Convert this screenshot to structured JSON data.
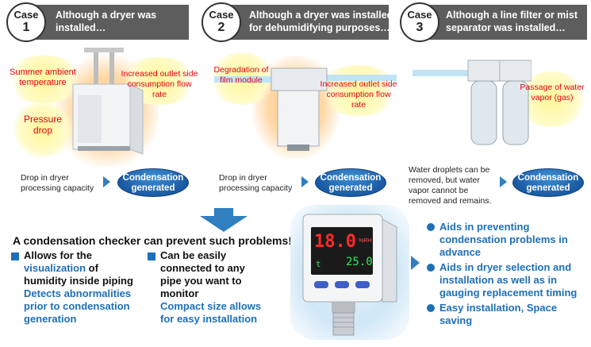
{
  "cases": [
    {
      "label": "Case",
      "number": "1",
      "title_l1": "Although a dryer was",
      "title_l2": "installed…",
      "labels": {
        "a": "Summer ambient",
        "a2": "temperature",
        "b": "Increased outlet side",
        "b2": "consumption flow rate",
        "c": "Pressure",
        "c2": "drop"
      },
      "cause_l1": "Drop in dryer",
      "cause_l2": "processing capacity"
    },
    {
      "label": "Case",
      "number": "2",
      "title_l1": "Although a dryer was installed",
      "title_l2": "for dehumidifying purposes…",
      "labels": {
        "a": "Degradation of",
        "a2": "film module",
        "b": "Increased outlet side",
        "b2": "consumption flow rate"
      },
      "cause_l1": "Drop in dryer",
      "cause_l2": "processing capacity"
    },
    {
      "label": "Case",
      "number": "3",
      "title_l1": "Although a line filter or mist",
      "title_l2": "separator was installed…",
      "labels": {
        "a": "Passage of water",
        "a2": "vapor (gas)"
      },
      "cause_l1": "Water droplets can be",
      "cause_l2": "removed, but water",
      "cause_l3": "vapor cannot be",
      "cause_l4": "removed and remains."
    }
  ],
  "result": {
    "l1": "Condensation",
    "l2": "generated"
  },
  "main_heading": "A condensation checker can prevent such problems!",
  "feature1": {
    "l1": "Allows for the",
    "l2a": "visualization",
    "l2b": " of",
    "l3": "humidity inside piping",
    "l4": "Detects abnormalities",
    "l5": "prior to condensation",
    "l6": "generation"
  },
  "feature2": {
    "l1": "Can be easily",
    "l2": "connected to any",
    "l3": "pipe you want to",
    "l4": "monitor",
    "l5": "Compact size allows",
    "l6": "for easy installation"
  },
  "device": {
    "reading_main": "18.0",
    "unit": "%RH",
    "reading_sub": "25.0",
    "sub_label": "t"
  },
  "benefits": [
    {
      "l1": "Aids in preventing",
      "l2": "condensation problems in",
      "l3": "advance"
    },
    {
      "l1": "Aids in dryer selection and",
      "l2": "installation as well as in",
      "l3": "gauging replacement timing"
    },
    {
      "l1": "Easy installation, Space",
      "l2": "saving"
    }
  ],
  "colors": {
    "accent": "#1d6fb8",
    "red": "#e60012",
    "header_gray": "#5d5d5d"
  }
}
